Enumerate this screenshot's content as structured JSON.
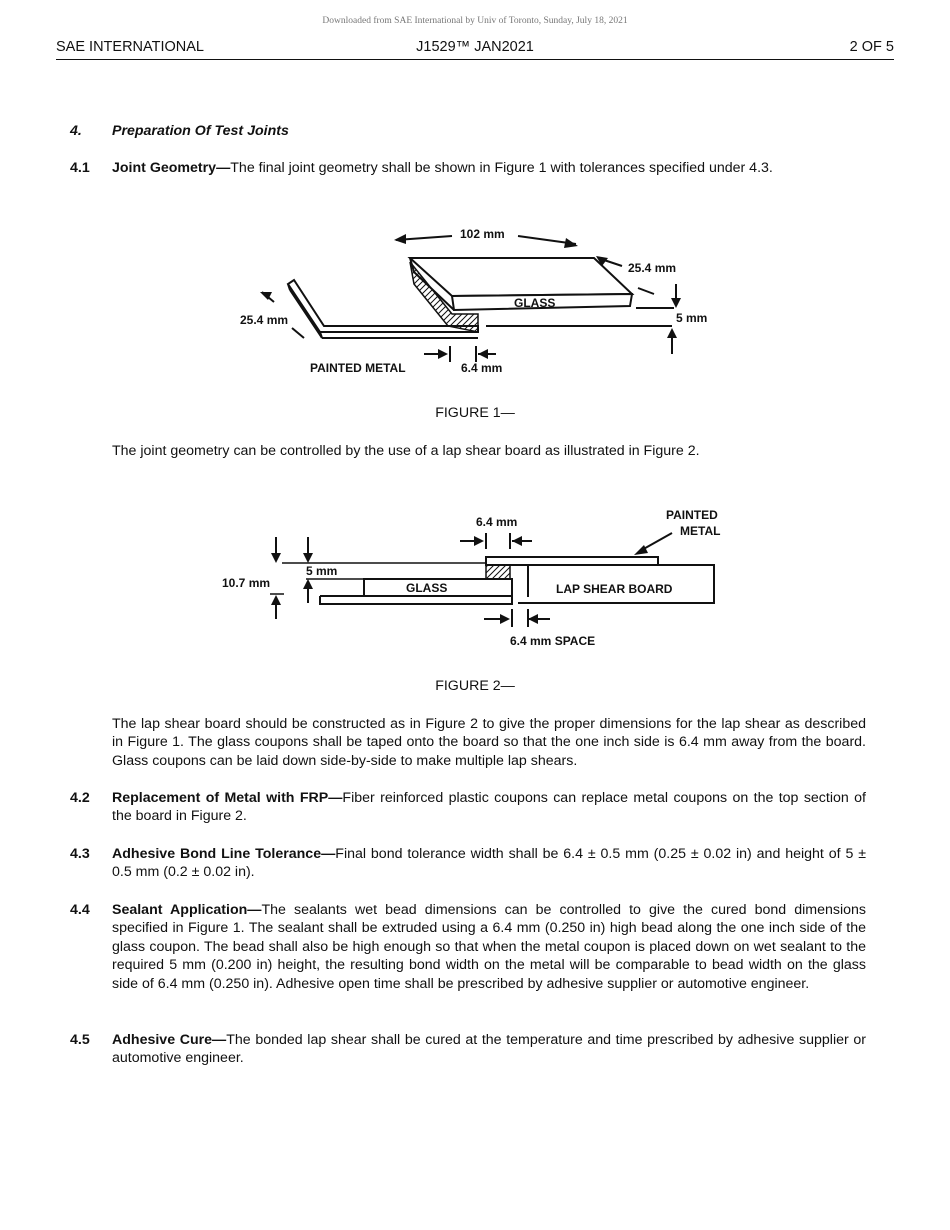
{
  "download_note": "Downloaded from SAE International by Univ of Toronto, Sunday, July 18, 2021",
  "header": {
    "left": "SAE INTERNATIONAL",
    "center": "J1529™ JAN2021",
    "right": "2 OF 5"
  },
  "section4": {
    "number": "4.",
    "title": "Preparation Of Test Joints"
  },
  "s41": {
    "number": "4.1",
    "lead": "Joint Geometry—",
    "text": "The final joint geometry shall be shown in Figure 1 with tolerances specified under 4.3."
  },
  "figure1": {
    "caption": "FIGURE 1—",
    "labels": {
      "len": "102 mm",
      "width_top": "25.4 mm",
      "width_left": "25.4 mm",
      "glass": "GLASS",
      "height": "5 mm",
      "metal": "PAINTED METAL",
      "overlap": "6.4 mm"
    }
  },
  "p_board": "The joint geometry can be controlled by the use of a lap shear board as illustrated in Figure 2.",
  "figure2": {
    "caption": "FIGURE 2—",
    "labels": {
      "overlap": "6.4 mm",
      "painted1": "PAINTED",
      "painted2": "METAL",
      "thick": "10.7 mm",
      "height": "5 mm",
      "glass": "GLASS",
      "board": "LAP SHEAR BOARD",
      "space": "6.4 mm SPACE"
    }
  },
  "p_construct": "The lap shear board should be constructed as in Figure 2 to give the proper dimensions for the lap shear as described in Figure 1.  The glass coupons shall be taped onto the board so that the one inch side is 6.4 mm away from the board.  Glass coupons can be laid down side-by-side to make multiple lap shears.",
  "s42": {
    "number": "4.2",
    "lead": "Replacement of Metal with FRP—",
    "text": "Fiber reinforced plastic coupons can replace metal coupons on the top section of the board in Figure 2."
  },
  "s43": {
    "number": "4.3",
    "lead": "Adhesive Bond Line Tolerance—",
    "text": "Final bond tolerance width shall be 6.4 ± 0.5 mm (0.25 ± 0.02 in) and height of 5 ± 0.5 mm (0.2 ± 0.02 in)."
  },
  "s44": {
    "number": "4.4",
    "lead": "Sealant Application—",
    "text": "The sealants wet bead dimensions can be controlled to give the cured bond dimensions specified in Figure 1.  The sealant shall be extruded using a 6.4 mm (0.250 in) high bead along the one inch side of the glass coupon.  The bead shall also be high enough so that when the metal coupon is placed down on wet sealant to the required 5 mm (0.200 in) height, the resulting bond width on the metal will be comparable to bead width on the glass side of 6.4 mm (0.250 in).  Adhesive open time shall be prescribed by adhesive supplier or automotive engineer."
  },
  "s45": {
    "number": "4.5",
    "lead": "Adhesive Cure—",
    "text": "The bonded lap shear shall be cured at the temperature and time prescribed by adhesive supplier or automotive engineer."
  }
}
